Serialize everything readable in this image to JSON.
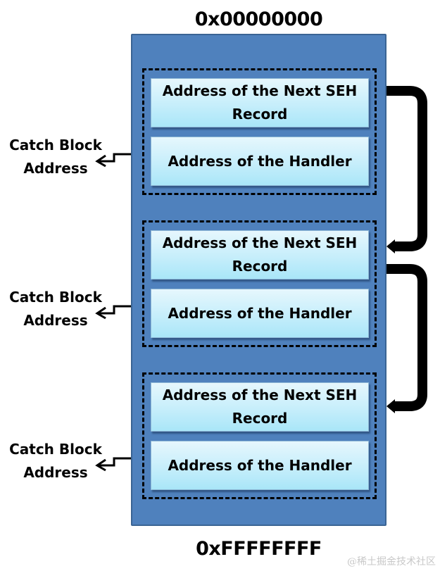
{
  "diagram": {
    "title_top_address": "0x00000000",
    "bottom_address": "0xFFFFFFFF",
    "records": [
      {
        "next_label": "Address of the Next SEH Record",
        "handler_label": "Address of the Handler",
        "catch_label_line1": "Catch Block",
        "catch_label_line2": "Address"
      },
      {
        "next_label": "Address of the Next SEH Record",
        "handler_label": "Address of the Handler",
        "catch_label_line1": "Catch Block",
        "catch_label_line2": "Address"
      },
      {
        "next_label": "Address of the Next SEH Record",
        "handler_label": "Address of the Handler",
        "catch_label_line1": "Catch Block",
        "catch_label_line2": "Address"
      }
    ],
    "colors": {
      "stack": "#4f81bd",
      "cell_top": "#e6f7fd",
      "cell_bottom": "#a9e6f8",
      "link": "#000000"
    },
    "watermark": "@稀土掘金技术社区"
  }
}
